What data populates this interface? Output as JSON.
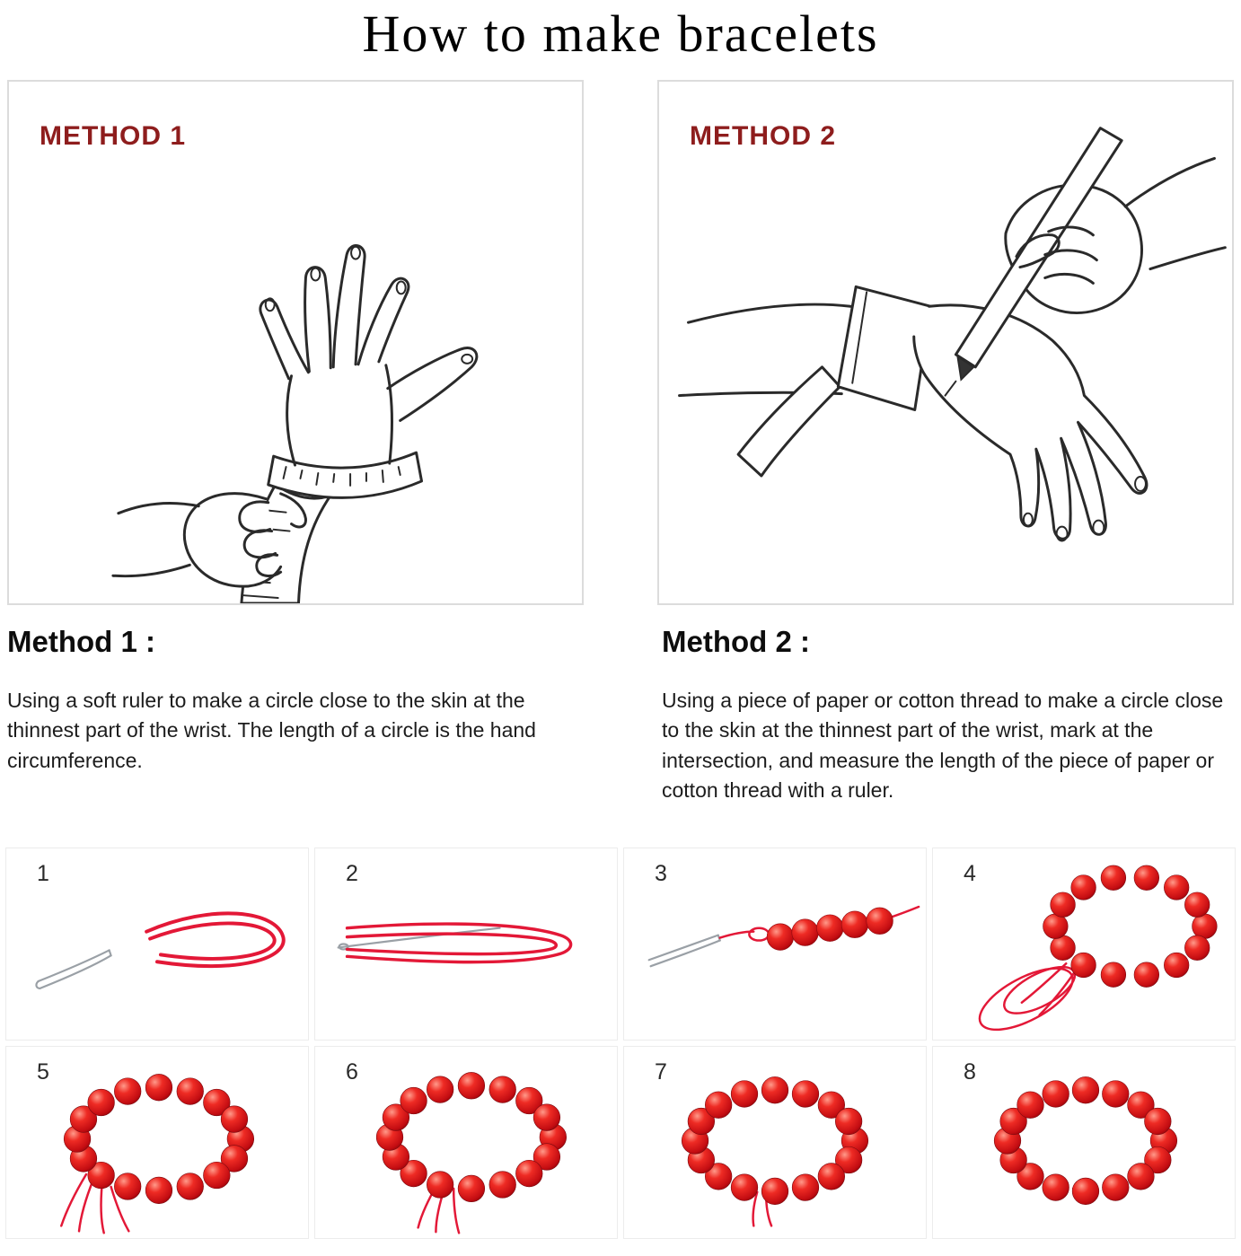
{
  "page": {
    "title": "How to make bracelets"
  },
  "methods": [
    {
      "panel_label": "METHOD 1",
      "heading": "Method 1 :",
      "description": "Using a soft ruler to make a circle close to the skin at the thinnest part of the wrist. The length of a circle is the hand circumference.",
      "illustration": "hand-with-soft-ruler-measuring-wrist"
    },
    {
      "panel_label": "METHOD 2",
      "heading": "Method 2 :",
      "description": "Using a piece of paper or cotton thread to make a circle close to the skin at the thinnest part of the wrist, mark at the intersection, and measure the length of the piece of paper or cotton thread with a ruler.",
      "illustration": "hand-marking-paper-strip-on-wrist-with-pen"
    }
  ],
  "steps": [
    {
      "number": "1",
      "illustration": "needle-and-red-cord-loop"
    },
    {
      "number": "2",
      "illustration": "needle-threaded-with-folded-red-cord"
    },
    {
      "number": "3",
      "illustration": "red-beads-strung-on-thread"
    },
    {
      "number": "4",
      "illustration": "bead-ring-with-thread-loop"
    },
    {
      "number": "5",
      "illustration": "bracelet-with-loose-threads"
    },
    {
      "number": "6",
      "illustration": "bracelet-with-hanging-threads"
    },
    {
      "number": "7",
      "illustration": "bracelet-with-short-thread-tuft"
    },
    {
      "number": "8",
      "illustration": "finished-red-bead-bracelet"
    }
  ],
  "colors": {
    "method_label_red": "#8e1d1d",
    "bead_red": "#d71920",
    "thread_red": "#e31837",
    "line_art_ink": "#2a2a2a",
    "panel_border": "#dcdcdc"
  }
}
